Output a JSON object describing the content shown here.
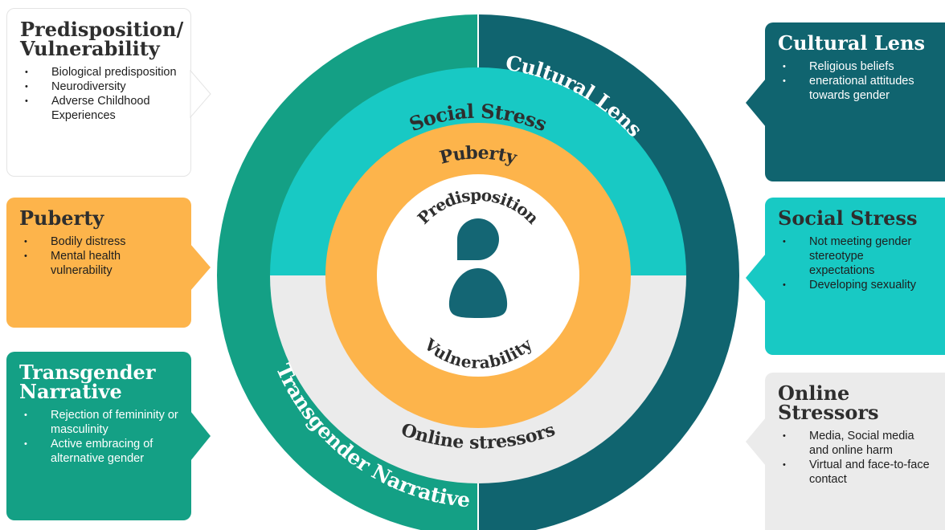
{
  "colors": {
    "transgender_teal": "#14a085",
    "cultural_dark": "#10646f",
    "social_cyan": "#18c9c4",
    "online_grey": "#ebebeb",
    "puberty_orange": "#fdb44b",
    "figure": "#146674"
  },
  "boxes": {
    "predisposition": {
      "title": "Predisposition/ Vulnerability",
      "items": [
        "Biological predisposition",
        "Neurodiversity",
        "Adverse Childhood Experiences"
      ]
    },
    "puberty": {
      "title": "Puberty",
      "items": [
        "Bodily distress",
        "Mental health vulnerability"
      ]
    },
    "transgender": {
      "title": "Transgender Narrative",
      "items": [
        "Rejection of femininity or masculinity",
        "Active embracing of alternative gender"
      ]
    },
    "cultural": {
      "title": "Cultural Lens",
      "items": [
        "Religious beliefs",
        "enerational attitudes towards gender"
      ]
    },
    "social": {
      "title": "Social Stress",
      "items": [
        "Not meeting gender stereotype expectations",
        "Developing sexuality"
      ]
    },
    "online": {
      "title": "Online Stressors",
      "items": [
        "Media, Social media and online harm",
        "Virtual and face-to-face contact"
      ]
    }
  },
  "rings": {
    "cultural_lens": "Cultural Lens",
    "transgender_narrative": "Transgender Narrative",
    "social_stress": "Social Stress",
    "online_stressors": "Online stressors",
    "puberty": "Puberty",
    "predisposition": "Predisposition",
    "vulnerability": "Vulnerability"
  },
  "icons": {
    "center": "person-icon"
  }
}
